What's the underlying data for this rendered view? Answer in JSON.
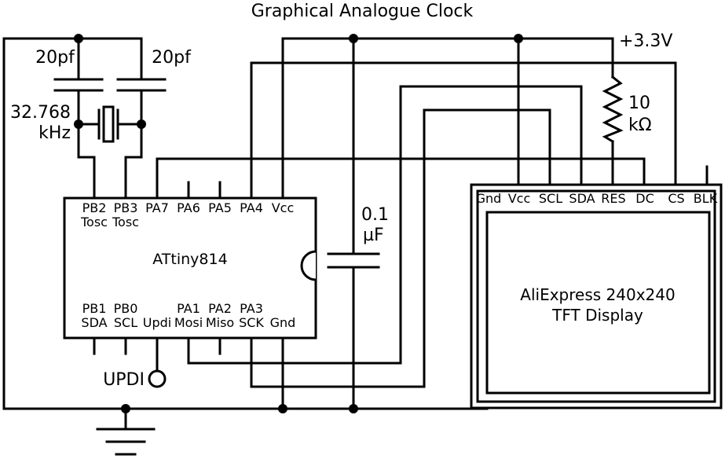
{
  "title": "Graphical Analogue Clock",
  "supply": "+3.3V",
  "capacitors": {
    "left": "20pf",
    "right": "20pf",
    "decoupling_value": "0.1",
    "decoupling_unit": "µF"
  },
  "crystal": {
    "line1": "32.768",
    "line2": "kHz"
  },
  "resistor": {
    "value": "10",
    "unit": "kΩ"
  },
  "mcu": {
    "name": "ATtiny814",
    "top_pins": [
      {
        "name": "PB2",
        "func": "Tosc"
      },
      {
        "name": "PB3",
        "func": "Tosc"
      },
      {
        "name": "PA7",
        "func": ""
      },
      {
        "name": "PA6",
        "func": ""
      },
      {
        "name": "PA5",
        "func": ""
      },
      {
        "name": "PA4",
        "func": ""
      },
      {
        "name": "Vcc",
        "func": ""
      }
    ],
    "bottom_pins": [
      {
        "name": "PB1",
        "func": "SDA"
      },
      {
        "name": "PB0",
        "func": "SCL"
      },
      {
        "name": "",
        "func": "Updi"
      },
      {
        "name": "PA1",
        "func": "Mosi"
      },
      {
        "name": "PA2",
        "func": "Miso"
      },
      {
        "name": "PA3",
        "func": "SCK"
      },
      {
        "name": "",
        "func": "Gnd"
      }
    ]
  },
  "updi_label": "UPDI",
  "display": {
    "line1": "AliExpress 240x240",
    "line2": "TFT Display",
    "pins": [
      "Gnd",
      "Vcc",
      "SCL",
      "SDA",
      "RES",
      "DC",
      "CS",
      "BLK"
    ]
  }
}
